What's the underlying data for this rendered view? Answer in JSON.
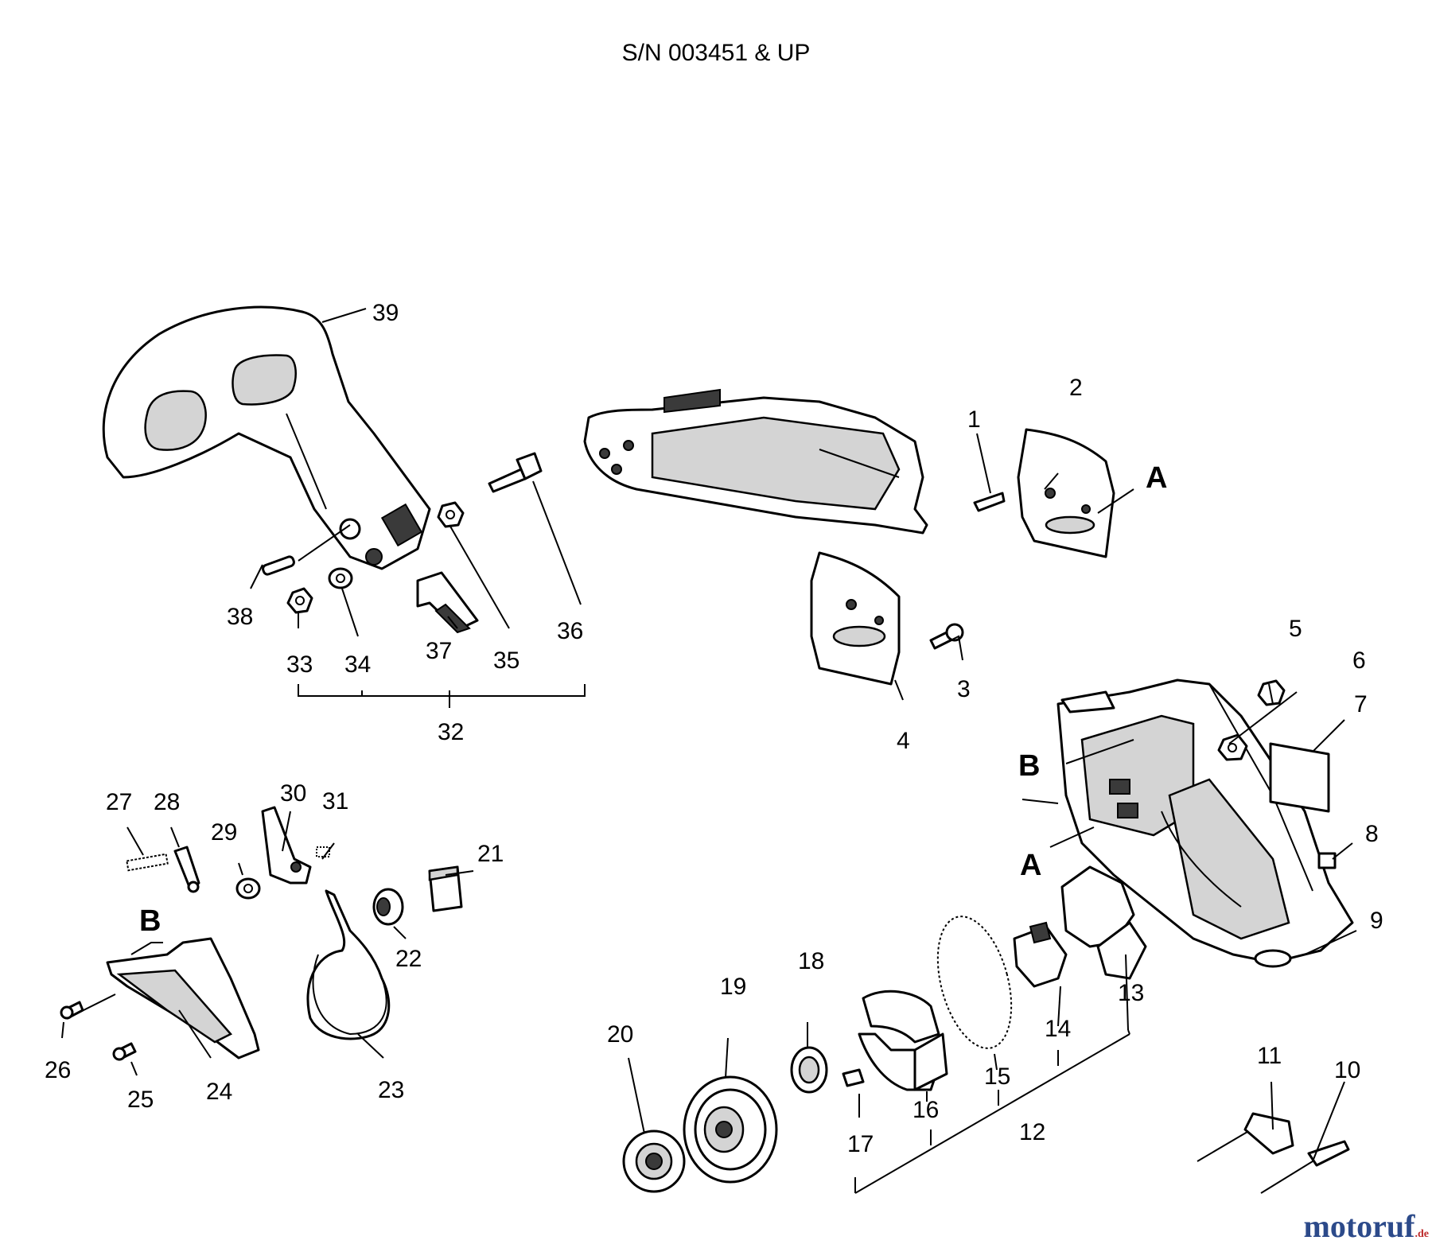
{
  "header": {
    "serial_text": "S/N 003451 & UP"
  },
  "callouts": {
    "c1": "1",
    "c2": "2",
    "c3": "3",
    "c4": "4",
    "c5": "5",
    "c6": "6",
    "c7": "7",
    "c8": "8",
    "c9": "9",
    "c10": "10",
    "c11": "11",
    "c12": "12",
    "c13": "13",
    "c14": "14",
    "c15": "15",
    "c16": "16",
    "c17": "17",
    "c18": "18",
    "c19": "19",
    "c20": "20",
    "c21": "21",
    "c22": "22",
    "c23": "23",
    "c24": "24",
    "c25": "25",
    "c26": "26",
    "c27": "27",
    "c28": "28",
    "c29": "29",
    "c30": "30",
    "c31": "31",
    "c32": "32",
    "c33": "33",
    "c34": "34",
    "c35": "35",
    "c36": "36",
    "c37": "37",
    "c38": "38",
    "c39": "39"
  },
  "markers": {
    "a_top": "A",
    "a_housing": "A",
    "b_housing": "B",
    "b_brake": "B"
  },
  "watermark": {
    "name": "motoruf",
    "suffix": ".de",
    "color_main": "#2c4a8a",
    "color_suffix": "#bd2a2a"
  }
}
